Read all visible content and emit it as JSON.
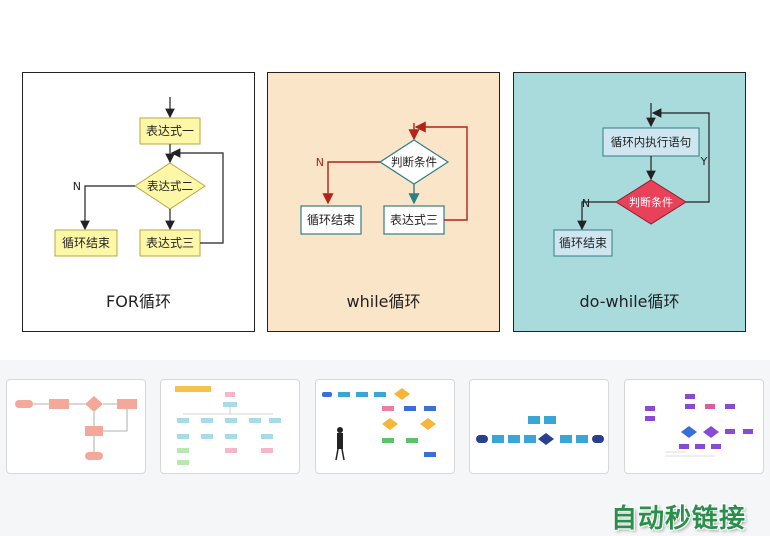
{
  "panels": [
    {
      "caption": "FOR循环",
      "bg": "#ffffff",
      "nodes": {
        "init": "表达式一",
        "cond": "表达式二",
        "end": "循环结束",
        "update": "表达式三"
      },
      "labels": {
        "no": "N"
      }
    },
    {
      "caption": "while循环",
      "bg": "#fbe5c8",
      "nodes": {
        "cond": "判断条件",
        "end": "循环结束",
        "update": "表达式三"
      },
      "labels": {
        "no": "N"
      }
    },
    {
      "caption": "do-while循环",
      "bg": "#a9dadc",
      "nodes": {
        "body": "循环内执行语句",
        "cond": "判断条件",
        "end": "循环结束"
      },
      "labels": {
        "no": "N",
        "yes": "Y"
      }
    }
  ],
  "colors": {
    "yellow_fill": "#fdf7a8",
    "yellow_stroke": "#b8a93c",
    "teal_stroke": "#2f7f86",
    "dark_red": "#b0241c",
    "red_diamond": "#e8425a",
    "blue_box": "#cfe6f0"
  },
  "thumbnails": [
    {
      "name": "salmon-flowchart"
    },
    {
      "name": "org-tree-flowchart"
    },
    {
      "name": "colorful-process-flowchart"
    },
    {
      "name": "linear-process-flowchart"
    },
    {
      "name": "purple-decision-flowchart"
    }
  ],
  "watermark": "自动秒链接"
}
